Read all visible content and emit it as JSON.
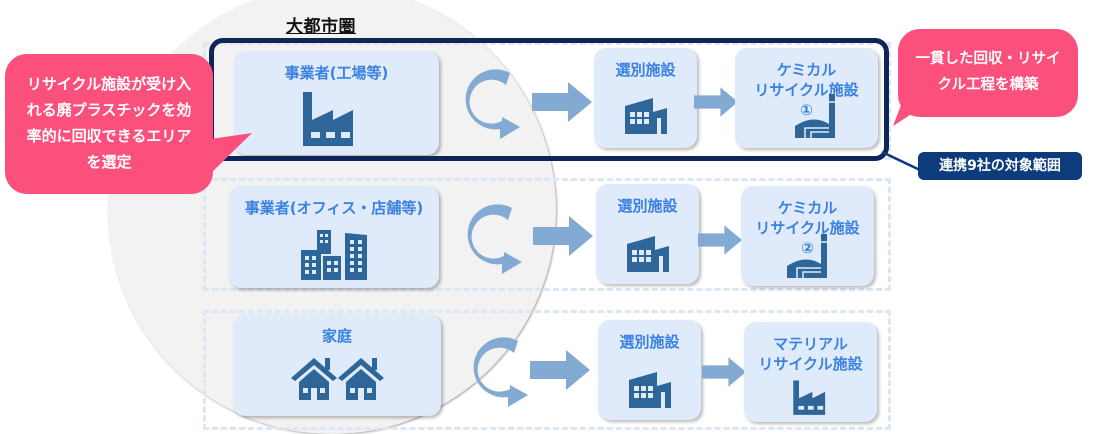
{
  "region_title": "大都市圏",
  "callouts": {
    "left": "リサイクル施設が受け入れる廃プラスチックを効率的に回収できるエリアを選定",
    "left_lines": [
      "リサイクル施設が受け入",
      "れる廃プラスチックを効",
      "率的に回収できるエリア",
      "を選定"
    ],
    "right_lines": [
      "一貫した回収・リサイ",
      "クル工程を構築"
    ]
  },
  "scope_tag": "連携9社の対象範囲",
  "colors": {
    "accent_pink": "#fb4f7c",
    "navy": "#0d2557",
    "card_bg": "#dfeafb",
    "card_text": "#3b82e0",
    "icon": "#2f6699",
    "arrow": "#82aad3"
  },
  "rows": [
    {
      "source": {
        "label": "事業者(工場等)",
        "icon": "factory-icon"
      },
      "sorting": {
        "label": "選別施設",
        "icon": "sorting-building-icon"
      },
      "recycler": {
        "lines": [
          "ケミカル",
          "リサイクル施設",
          "①"
        ],
        "icon": "chemical-plant-icon"
      },
      "highlighted": true
    },
    {
      "source": {
        "label": "事業者(オフィス・店舗等)",
        "icon": "office-buildings-icon"
      },
      "sorting": {
        "label": "選別施設",
        "icon": "sorting-building-icon"
      },
      "recycler": {
        "lines": [
          "ケミカル",
          "リサイクル施設",
          "②"
        ],
        "icon": "chemical-plant-icon"
      },
      "highlighted": false
    },
    {
      "source": {
        "label": "家庭",
        "icon": "houses-icon"
      },
      "sorting": {
        "label": "選別施設",
        "icon": "sorting-building-icon"
      },
      "recycler": {
        "lines": [
          "マテリアル",
          "リサイクル施設"
        ],
        "icon": "factory-icon"
      },
      "highlighted": false
    }
  ]
}
